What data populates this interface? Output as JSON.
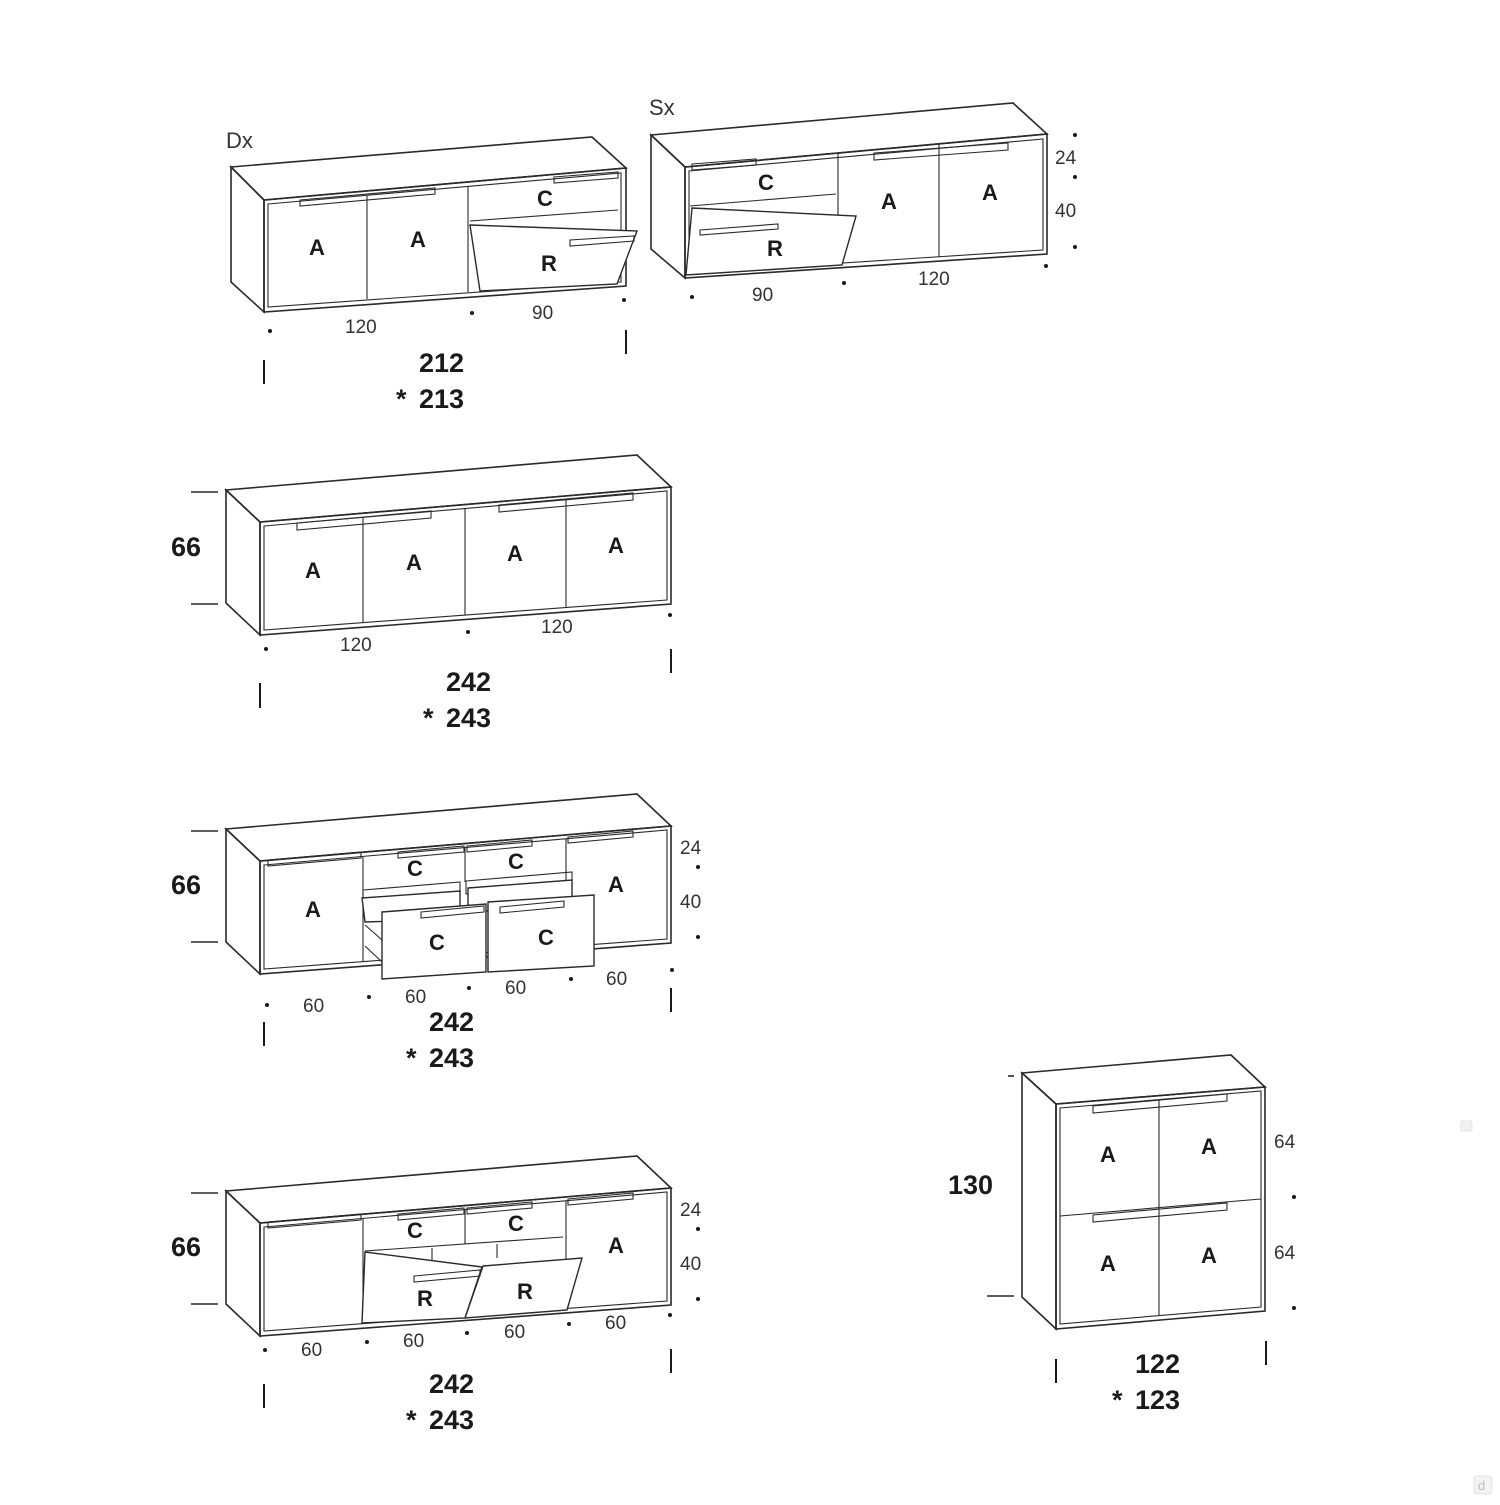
{
  "units": {
    "dx": {
      "side_label": "Dx",
      "doors": [
        "A",
        "A",
        "C",
        "R"
      ],
      "widths": [
        "120",
        "90"
      ],
      "total": "212",
      "total_alt": "213"
    },
    "sx": {
      "side_label": "Sx",
      "doors": [
        "C",
        "R",
        "A",
        "A"
      ],
      "widths": [
        "90",
        "120"
      ],
      "heights": [
        "24",
        "40"
      ]
    },
    "four_door": {
      "doors": [
        "A",
        "A",
        "A",
        "A"
      ],
      "height": "66",
      "widths": [
        "120",
        "120"
      ],
      "total": "242",
      "total_alt": "243"
    },
    "drawers": {
      "doors": [
        "A",
        "C",
        "C",
        "A",
        "C",
        "C"
      ],
      "height": "66",
      "heights": [
        "24",
        "40"
      ],
      "widths": [
        "60",
        "60",
        "60",
        "60"
      ],
      "total": "242",
      "total_alt": "243"
    },
    "flaps": {
      "doors": [
        "C",
        "C",
        "A",
        "R",
        "R"
      ],
      "height": "66",
      "heights": [
        "24",
        "40"
      ],
      "widths": [
        "60",
        "60",
        "60",
        "60"
      ],
      "total": "242",
      "total_alt": "243"
    },
    "tall": {
      "doors": [
        "A",
        "A",
        "A",
        "A"
      ],
      "height": "130",
      "heights": [
        "64",
        "64"
      ],
      "total": "122",
      "total_alt": "123"
    }
  },
  "asterisk": "*",
  "watermark": "d"
}
